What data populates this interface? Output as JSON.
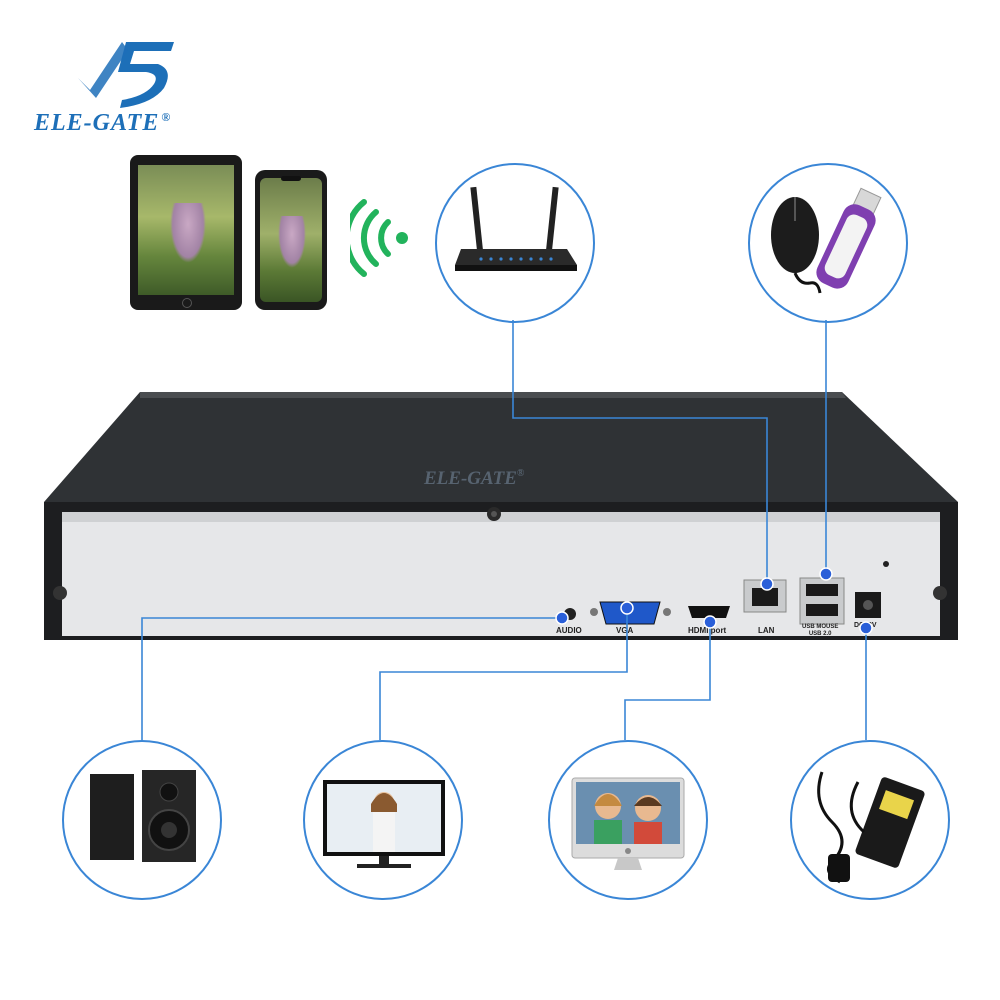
{
  "brand": {
    "name": "ELE-GATE",
    "registered": "®"
  },
  "watermark": {
    "name": "ELE-GATE",
    "registered": "®"
  },
  "ports": {
    "audio": "AUDIO",
    "vga": "VGA",
    "hdmi": "HDMI port",
    "lan": "LAN",
    "usb": "USB MOUSE",
    "usb_ver": "USB 2.0",
    "dc": "DC12V"
  },
  "icons": [
    "logo-icon",
    "tablet-icon",
    "phone-icon",
    "wifi-icon",
    "router-icon",
    "mouse-icon",
    "usb-drive-icon",
    "speaker-icon",
    "monitor-icon",
    "imac-icon",
    "power-adapter-icon"
  ],
  "colors": {
    "brand": "#1d6fb8",
    "connector": "#3a86d6",
    "nvr_top": "#2f3235",
    "nvr_front": "#e6e7e9",
    "wifi": "#22b35c"
  }
}
